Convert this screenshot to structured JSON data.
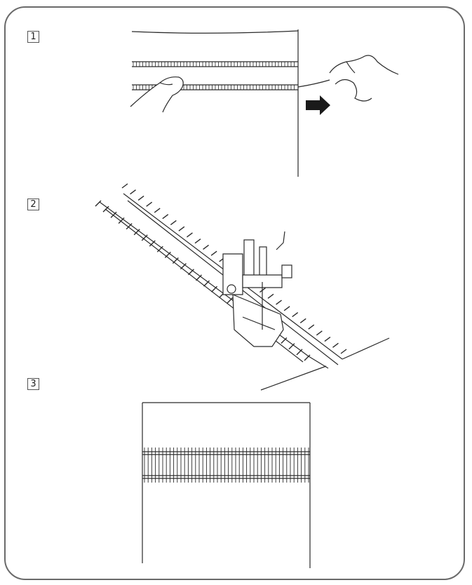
{
  "steps": [
    {
      "number": "1"
    },
    {
      "number": "2"
    },
    {
      "number": "3"
    }
  ],
  "colors": {
    "frame": "#6a6a6a",
    "line": "#2a2a2a",
    "arrow": "#1a1a1a"
  },
  "icons": {
    "arrow": "arrow-right-icon",
    "hand": "hand-icon",
    "presser_foot": "presser-foot-icon"
  }
}
